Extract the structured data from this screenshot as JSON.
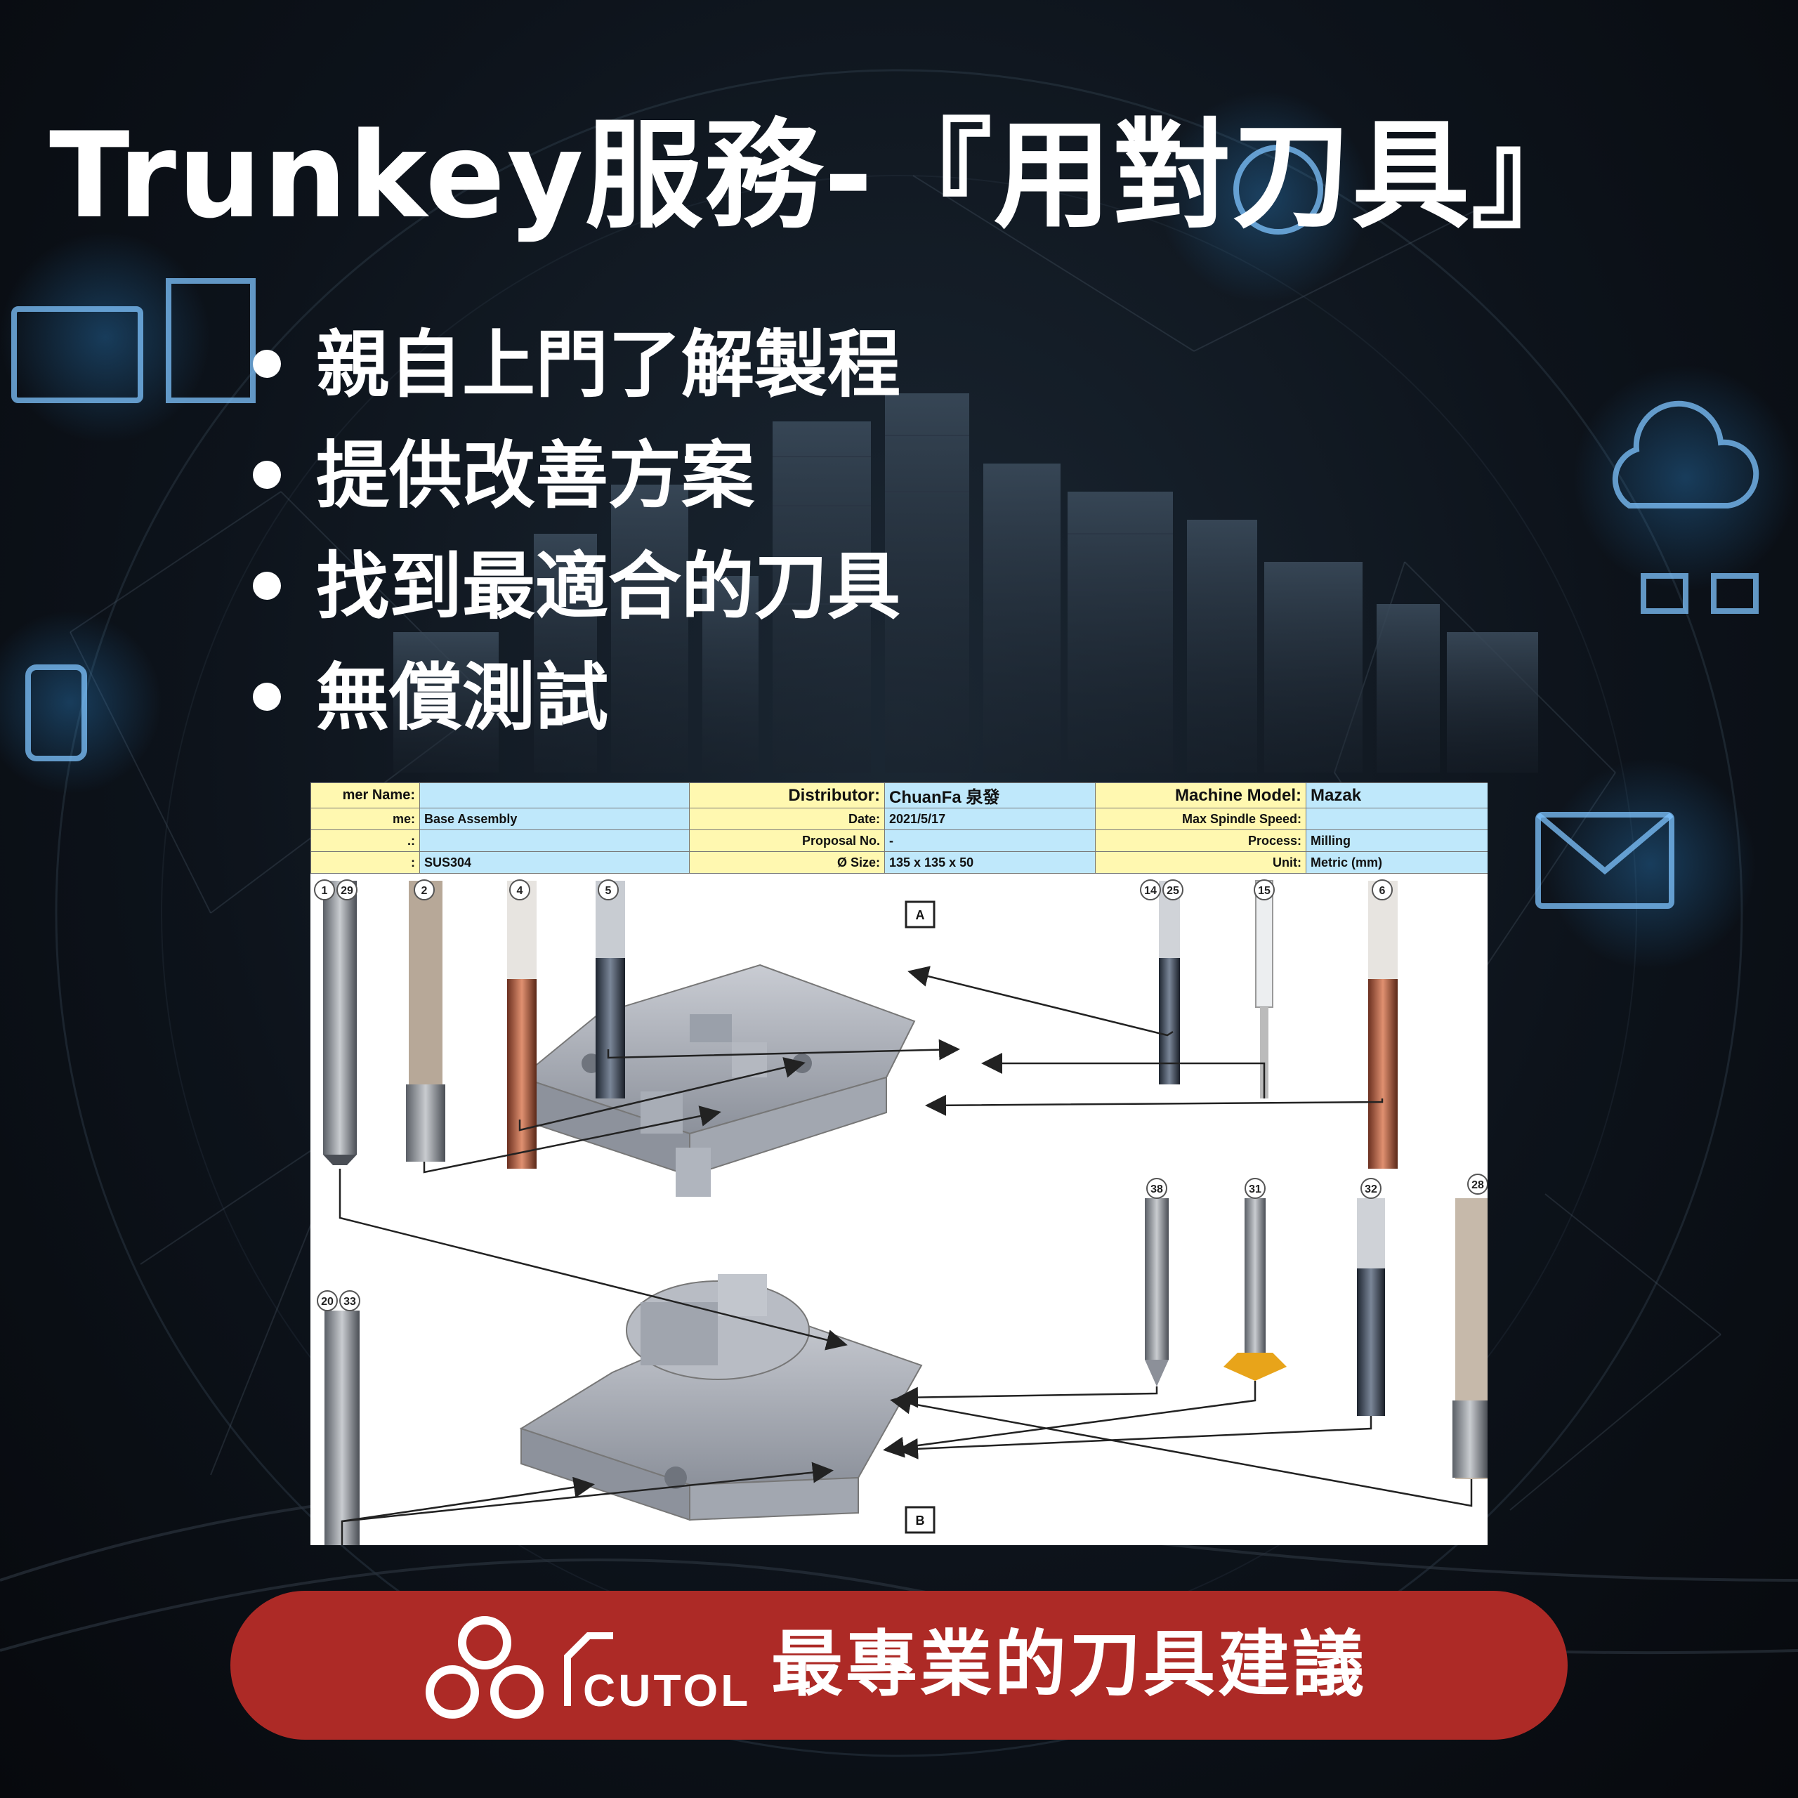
{
  "title": "Trunkey服務-『用對刀具』",
  "bullets": [
    "親自上門了解製程",
    "提供改善方案",
    "找到最適合的刀具",
    "無償測試"
  ],
  "sheet": {
    "rows": [
      [
        "mer Name:",
        "",
        "Distributor:",
        "ChuanFa 泉發",
        "Machine Model:",
        "Mazak"
      ],
      [
        "me:",
        "Base Assembly",
        "Date:",
        "2021/5/17",
        "Max Spindle Speed:",
        ""
      ],
      [
        ".:",
        "",
        "Proposal No.",
        "-",
        "Process:",
        "Milling"
      ],
      [
        ":",
        "SUS304",
        "Ø Size:",
        "135 x 135 x 50",
        "Unit:",
        "Metric (mm)"
      ]
    ],
    "view_labels": [
      "A",
      "B"
    ],
    "tool_numbers": [
      "1",
      "29",
      "2",
      "4",
      "5",
      "14",
      "25",
      "15",
      "6",
      "38",
      "31",
      "32",
      "28",
      "20",
      "33"
    ]
  },
  "banner": {
    "logo_text": "CUTOL",
    "slogan": "最專業的刀具建議"
  },
  "colors": {
    "banner": "#ad2a26",
    "glow": "#2f8ed9",
    "label_cell": "#fff8b0",
    "value_cell": "#bfe8fb"
  }
}
